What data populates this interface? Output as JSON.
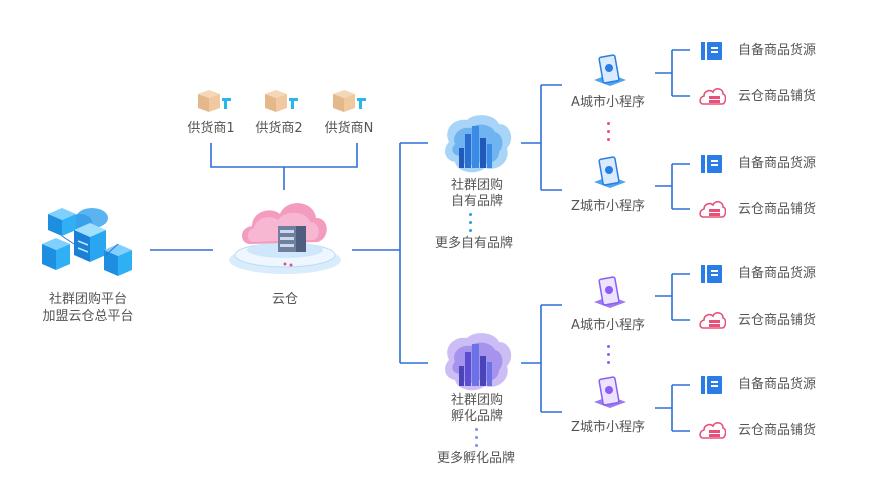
{
  "platform": {
    "line1": "社群团购平台",
    "line2": "加盟云仓总平台"
  },
  "suppliers": [
    {
      "label": "供货商1"
    },
    {
      "label": "供货商2"
    },
    {
      "label": "供货商N"
    }
  ],
  "cloud_warehouse": {
    "label": "云仓"
  },
  "brands": [
    {
      "line1": "社群团购",
      "line2": "自有品牌",
      "more": "更多自有品牌",
      "apps": [
        {
          "label": "A城市小程序",
          "items": [
            {
              "label": "自备商品货源",
              "icon": "book-icon"
            },
            {
              "label": "云仓商品铺货",
              "icon": "cloud-goods-icon"
            }
          ]
        },
        {
          "label": "Z城市小程序",
          "items": [
            {
              "label": "自备商品货源",
              "icon": "book-icon"
            },
            {
              "label": "云仓商品铺货",
              "icon": "cloud-goods-icon"
            }
          ]
        }
      ]
    },
    {
      "line1": "社群团购",
      "line2": "孵化品牌",
      "more": "更多孵化品牌",
      "apps": [
        {
          "label": "A城市小程序",
          "items": [
            {
              "label": "自备商品货源",
              "icon": "book-icon"
            },
            {
              "label": "云仓商品铺货",
              "icon": "cloud-goods-icon"
            }
          ]
        },
        {
          "label": "Z城市小程序",
          "items": [
            {
              "label": "自备商品货源",
              "icon": "book-icon"
            },
            {
              "label": "云仓商品铺货",
              "icon": "cloud-goods-icon"
            }
          ]
        }
      ]
    }
  ],
  "colors": {
    "line": "#2f6fd8",
    "blue_accent": "#2a7ce6",
    "purple_accent": "#8b5cf6",
    "pink_accent": "#e8507a",
    "cube_blue": "#1f9ae8"
  }
}
